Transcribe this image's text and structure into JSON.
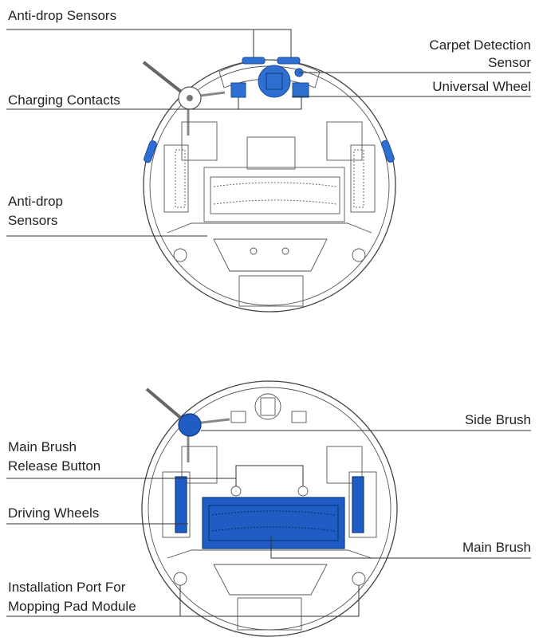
{
  "colors": {
    "highlight": "#2f6fd1",
    "line": "#333333",
    "outline": "#444444"
  },
  "top_diagram": {
    "labels": {
      "anti_drop_top": "Anti-drop Sensors",
      "carpet_1": "Carpet Detection",
      "carpet_2": "Sensor",
      "universal_wheel": "Universal Wheel",
      "charging_contacts": "Charging Contacts",
      "anti_drop_side_1": "Anti-drop",
      "anti_drop_side_2": "Sensors"
    }
  },
  "bottom_diagram": {
    "labels": {
      "side_brush": "Side Brush",
      "release_1": "Main Brush",
      "release_2": "Release Button",
      "driving_wheels": "Driving Wheels",
      "main_brush": "Main Brush",
      "mop_1": "Installation Port For",
      "mop_2": "Mopping Pad Module"
    }
  }
}
